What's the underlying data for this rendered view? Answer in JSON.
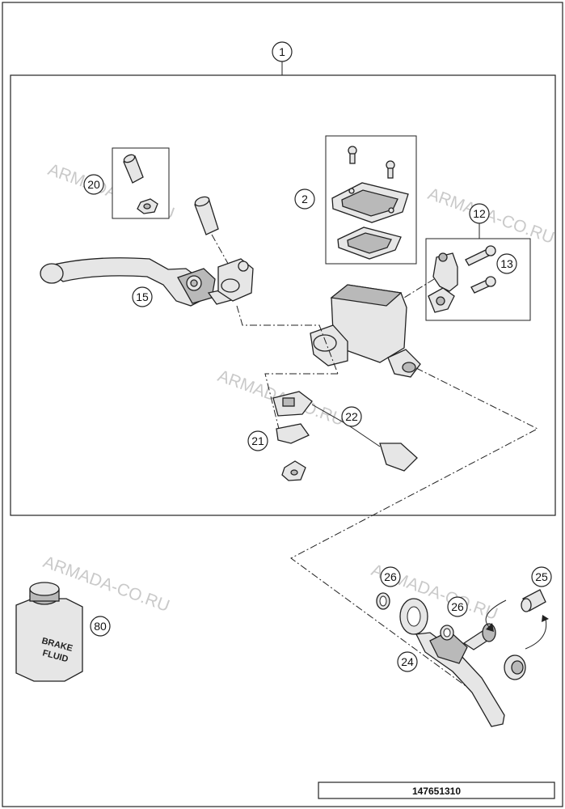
{
  "callouts": {
    "c1": "1",
    "c2": "2",
    "c12": "12",
    "c13": "13",
    "c15": "15",
    "c20": "20",
    "c21": "21",
    "c22": "22",
    "c24": "24",
    "c25": "25",
    "c26a": "26",
    "c26b": "26",
    "c80": "80"
  },
  "watermark": "ARMADA-CO.RU",
  "brake_fluid_label": {
    "line1": "BRAKE",
    "line2": "FLUID"
  },
  "diagram_number": "147651310"
}
